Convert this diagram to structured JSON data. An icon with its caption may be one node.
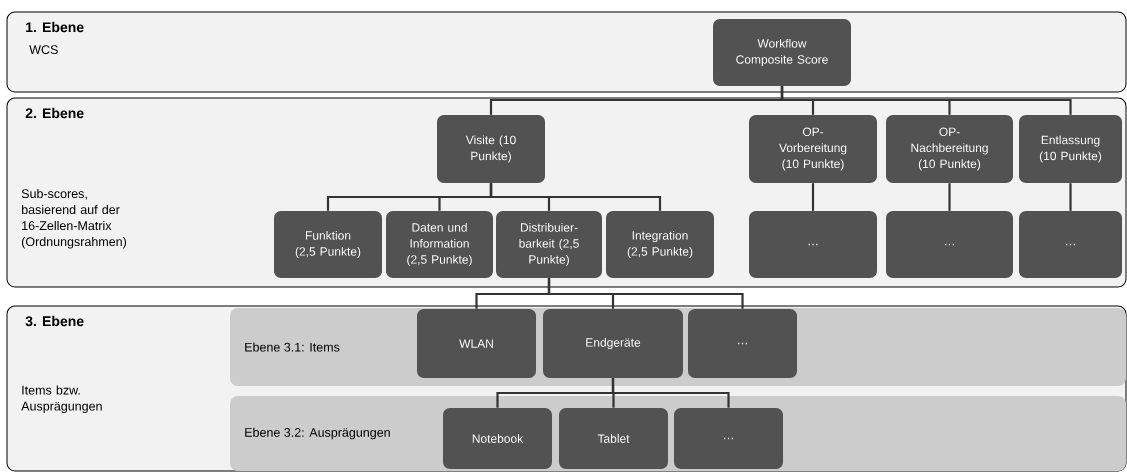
{
  "diagram": {
    "nodes": [
      {
        "text": [
          "1. Ebene",
          "WCS"
        ]
      },
      {
        "text": [
          "Workflow Composite Score"
        ],
        "in": 0
      },
      {
        "text": [
          "2. Ebene",
          "Sub-scores, basierend auf der 16-Zellen-Matrix (Ordnungsrahmen)"
        ]
      },
      {
        "text": [
          "Visite (10 Punkte)"
        ],
        "in": 2
      },
      {
        "text": [
          "OP-Vorbereitung (10 Punkte)"
        ],
        "in": 2
      },
      {
        "text": [
          "OP-Nachbereitung (10 Punkte)"
        ],
        "in": 2
      },
      {
        "text": [
          "Entlassung (10 Punkte)"
        ],
        "in": 2
      },
      {
        "text": [
          "Funktion (2,5 Punkte)"
        ],
        "in": 2
      },
      {
        "text": [
          "Daten und Information (2,5 Punkte)"
        ],
        "in": 2
      },
      {
        "text": [
          "Distribuier-barkeit (2,5 Punkte)"
        ],
        "in": 2
      },
      {
        "text": [
          "Integration (2,5 Punkte)"
        ],
        "in": 2
      },
      {
        "text": [
          "…"
        ],
        "in": 2
      },
      {
        "text": [
          "…"
        ],
        "in": 2
      },
      {
        "text": [
          "…"
        ],
        "in": 2
      },
      {
        "text": [
          "3. Ebene",
          "Items bzw. Ausprägungen"
        ]
      },
      {
        "text": [
          "Ebene 3.1: Items"
        ],
        "in": 14
      },
      {
        "text": [
          "WLAN"
        ],
        "in": 15
      },
      {
        "text": [
          "Endgeräte"
        ],
        "in": 15
      },
      {
        "text": [
          "…"
        ],
        "in": 15
      },
      {
        "text": [
          "Ebene 3.2: Ausprägungen"
        ],
        "in": 14
      },
      {
        "text": [
          "Notebook"
        ],
        "in": 19
      },
      {
        "text": [
          "Tablet"
        ],
        "in": 19
      },
      {
        "text": [
          "…"
        ],
        "in": 19
      }
    ],
    "edges": [
      {
        "from": 1,
        "to": 3,
        "arrow": "none"
      },
      {
        "from": 1,
        "to": 4,
        "arrow": "none"
      },
      {
        "from": 1,
        "to": 5,
        "arrow": "none"
      },
      {
        "from": 1,
        "to": 6,
        "arrow": "none"
      },
      {
        "from": 3,
        "to": 7,
        "arrow": "none"
      },
      {
        "from": 3,
        "to": 8,
        "arrow": "none"
      },
      {
        "from": 3,
        "to": 9,
        "arrow": "none"
      },
      {
        "from": 3,
        "to": 10,
        "arrow": "none"
      },
      {
        "from": 4,
        "to": 11,
        "arrow": "none"
      },
      {
        "from": 5,
        "to": 12,
        "arrow": "none"
      },
      {
        "from": 6,
        "to": 13,
        "arrow": "none"
      },
      {
        "from": 9,
        "to": 16,
        "arrow": "none"
      },
      {
        "from": 9,
        "to": 17,
        "arrow": "none"
      },
      {
        "from": 9,
        "to": 18,
        "arrow": "none"
      },
      {
        "from": 17,
        "to": 20,
        "arrow": "none"
      },
      {
        "from": 17,
        "to": 21,
        "arrow": "none"
      },
      {
        "from": 17,
        "to": 22,
        "arrow": "none"
      }
    ]
  }
}
